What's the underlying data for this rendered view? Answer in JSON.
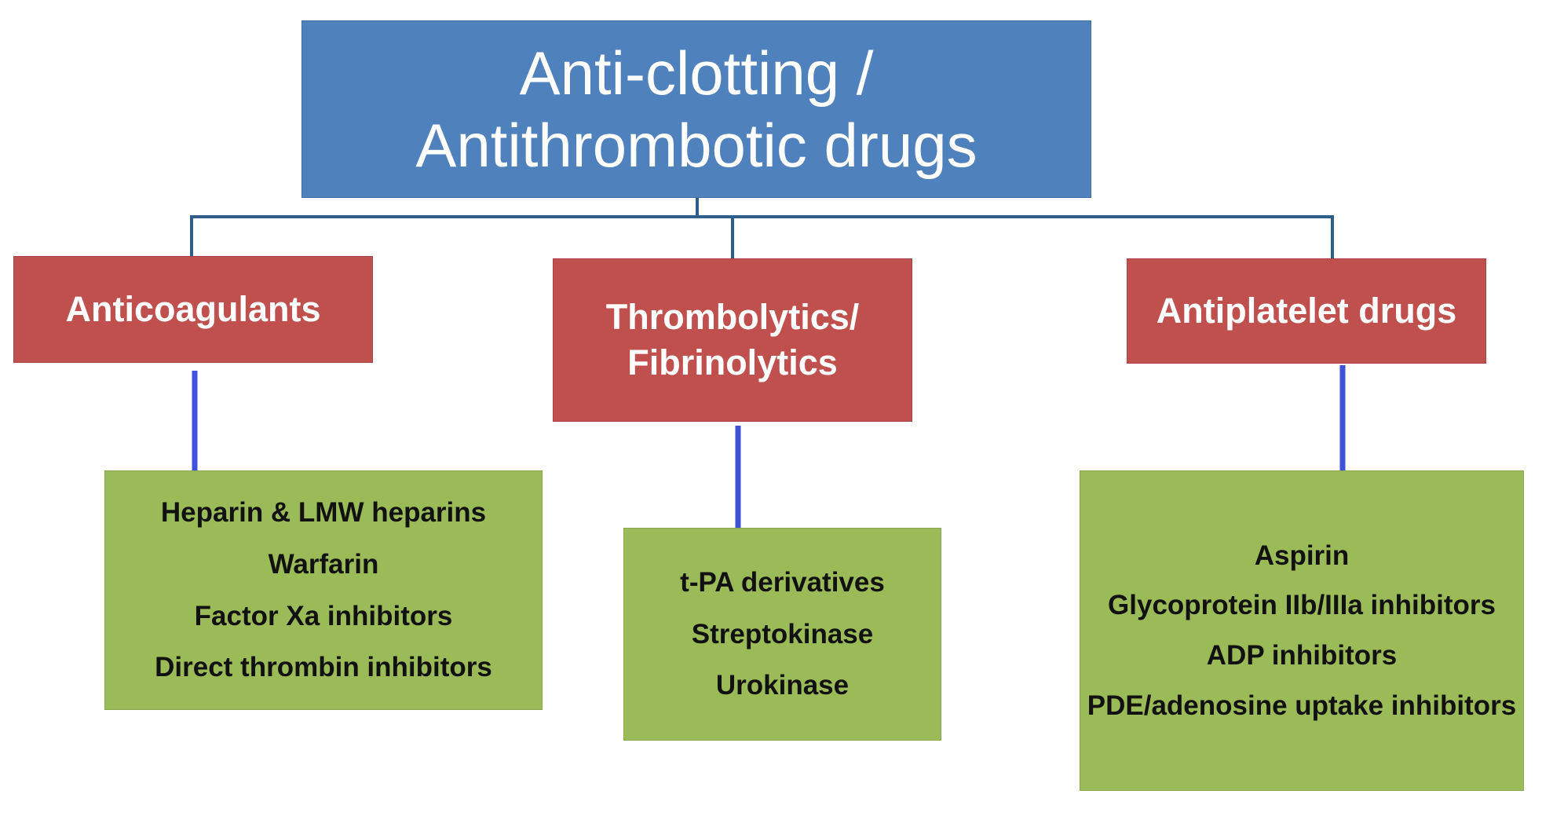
{
  "diagram": {
    "title_line1": "Anti-clotting /",
    "title_line2": "Antithrombotic drugs",
    "categories": [
      {
        "label_line1": "Anticoagulants",
        "label_line2": "",
        "items": [
          "Heparin  &  LMW  heparins",
          "Warfarin",
          "Factor  Xa inhibitors",
          "Direct thrombin  inhibitors"
        ]
      },
      {
        "label_line1": "Thrombolytics/",
        "label_line2": "Fibrinolytics",
        "items": [
          "t-PA derivatives",
          "Streptokinase",
          "Urokinase"
        ]
      },
      {
        "label_line1": "Antiplatelet drugs",
        "label_line2": "",
        "items": [
          "Aspirin",
          "Glycoprotein  IIb/IIIa inhibitors",
          "ADP  inhibitors",
          "PDE/adenosine  uptake inhibitors"
        ]
      }
    ],
    "colors": {
      "title_fill": "#4f81bd",
      "category_fill": "#c0504d",
      "item_fill": "#9bbb59",
      "connector_top": "#2e5f8a",
      "connector_vertical": "#3f51d6"
    }
  }
}
